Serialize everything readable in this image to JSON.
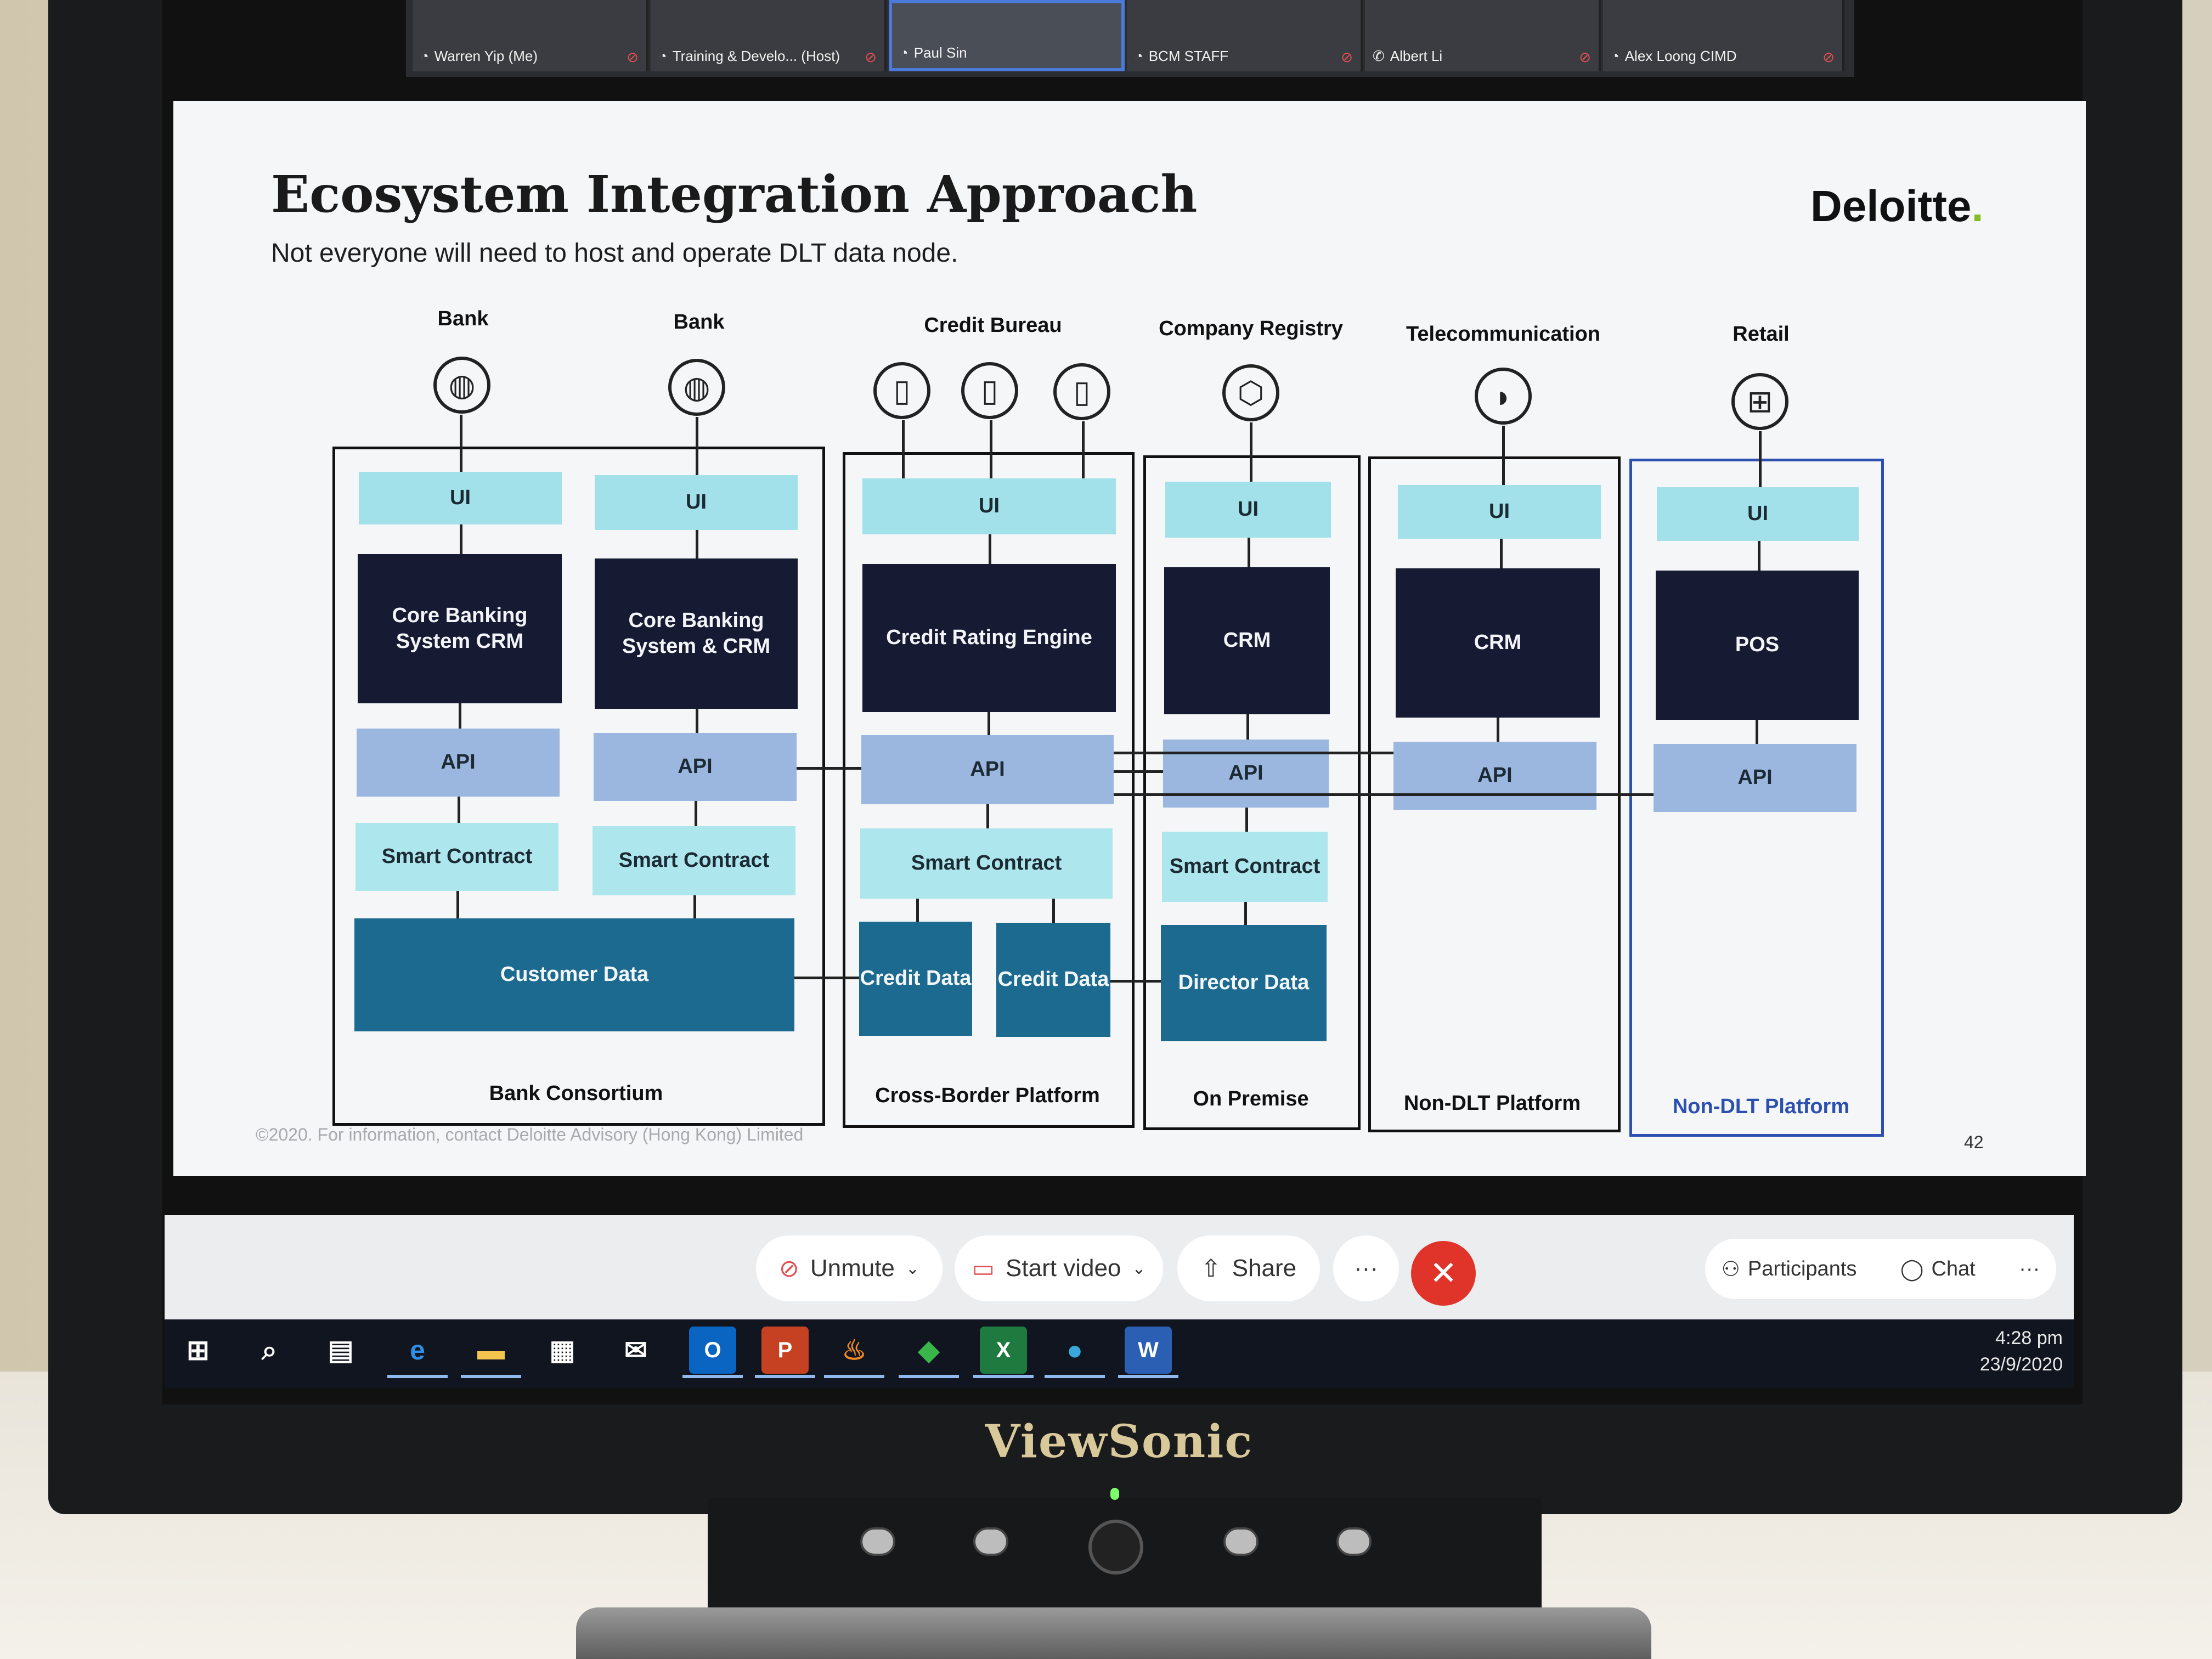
{
  "meeting": {
    "participants": [
      {
        "name": "Warren Yip (Me)"
      },
      {
        "name": "Training & Develo... (Host)"
      },
      {
        "name": "Paul Sin"
      },
      {
        "name": "BCM STAFF"
      },
      {
        "name": "Albert Li"
      },
      {
        "name": "Alex Loong CIMD"
      }
    ],
    "toolbar": {
      "unmute": "Unmute",
      "start_video": "Start video",
      "share": "Share",
      "more": "···",
      "participants": "Participants",
      "chat": "Chat",
      "overflow": "···"
    }
  },
  "slide": {
    "title": "Ecosystem Integration Approach",
    "subtitle": "Not everyone will need to host and operate DLT data node.",
    "logo": "Deloitte",
    "logo_dot": ".",
    "footnote": "©2020. For information, contact Deloitte Advisory (Hong Kong) Limited",
    "page_number": "42",
    "participants": [
      {
        "label": "Bank",
        "icon": "piggy-bank-icon"
      },
      {
        "label": "Bank",
        "icon": "piggy-bank-icon"
      },
      {
        "label": "Credit Bureau",
        "icon": "clipboard-icon"
      },
      {
        "label": "Company Registry",
        "icon": "package-icon"
      },
      {
        "label": "Telecommunication",
        "icon": "satellite-dish-icon"
      },
      {
        "label": "Retail",
        "icon": "gift-icon"
      }
    ],
    "blocks": {
      "ui": "UI",
      "api": "API",
      "smart_contract": "Smart Contract",
      "core_bank_1": "Core Banking System CRM",
      "core_bank_2": "Core Banking System & CRM",
      "credit_engine": "Credit Rating Engine",
      "crm": "CRM",
      "pos": "POS",
      "customer_data": "Customer Data",
      "credit_data": "Credit Data",
      "director_data": "Director Data"
    },
    "platforms": {
      "bank_consortium": "Bank Consortium",
      "cross_border": "Cross-Border Platform",
      "on_premise": "On Premise",
      "non_dlt_1": "Non-DLT Platform",
      "non_dlt_2": "Non-DLT Platform"
    },
    "colors": {
      "ui": "#a3e1ea",
      "core": "#161b33",
      "api": "#9bb7e0",
      "smart_contract": "#aee6ee",
      "data": "#1c6a8f",
      "non_dlt_accent": "#2c4fb0"
    }
  },
  "taskbar": {
    "apps": [
      "windows-start",
      "search",
      "task-view",
      "edge",
      "file-explorer",
      "store",
      "mail",
      "outlook",
      "powerpoint",
      "app-flame",
      "app-green",
      "excel",
      "app-round",
      "word"
    ],
    "time": "4:28 pm",
    "date": "23/9/2020"
  },
  "monitor": {
    "brand": "ViewSonic"
  }
}
